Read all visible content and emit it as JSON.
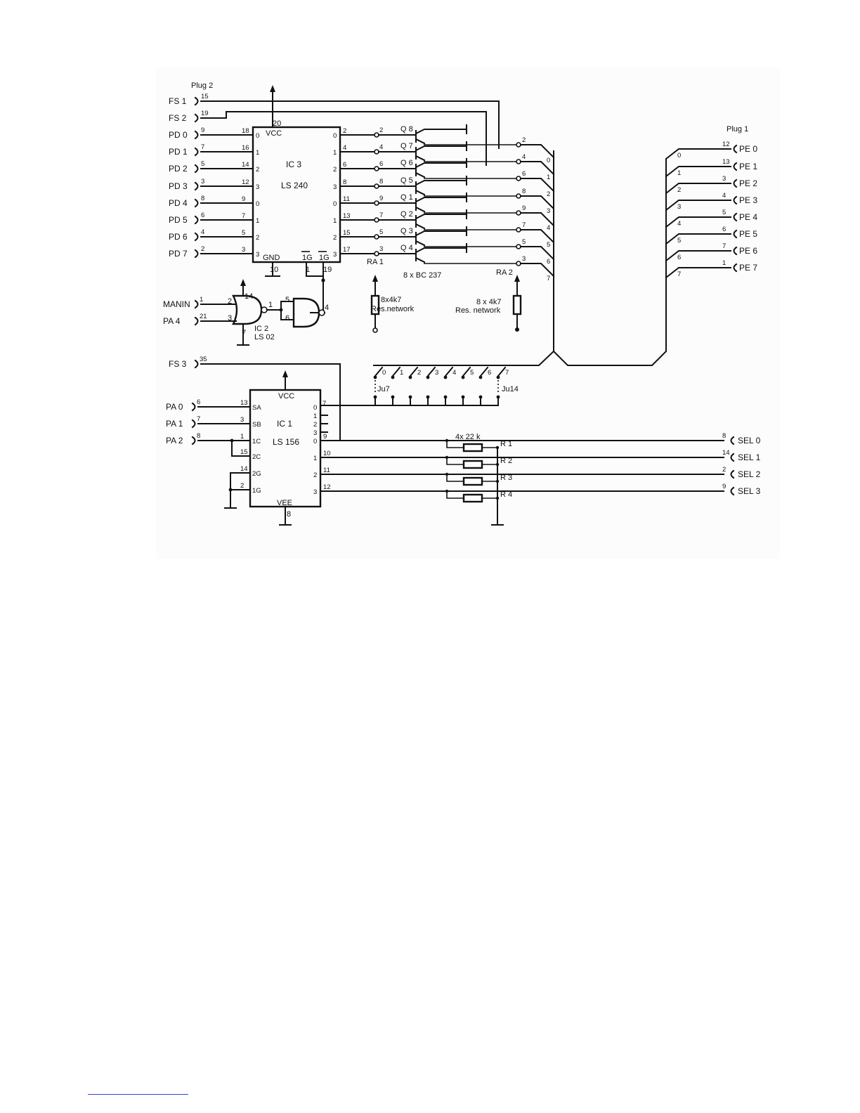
{
  "plug2": {
    "title": "Plug 2",
    "pins": [
      {
        "label": "FS 1",
        "pin": "15"
      },
      {
        "label": "FS 2",
        "pin": "19"
      },
      {
        "label": "PD 0",
        "pin": "9"
      },
      {
        "label": "PD 1",
        "pin": "7"
      },
      {
        "label": "PD 2",
        "pin": "5"
      },
      {
        "label": "PD 3",
        "pin": "3"
      },
      {
        "label": "PD 4",
        "pin": "8"
      },
      {
        "label": "PD 5",
        "pin": "6"
      },
      {
        "label": "PD 6",
        "pin": "4"
      },
      {
        "label": "PD 7",
        "pin": "2"
      }
    ],
    "extra": [
      {
        "label": "MANIN",
        "pin": "1"
      },
      {
        "label": "PA 4",
        "pin": "21"
      },
      {
        "label": "FS 3",
        "pin": "35"
      },
      {
        "label": "PA 0",
        "pin": "6"
      },
      {
        "label": "PA 1",
        "pin": "7"
      },
      {
        "label": "PA 2",
        "pin": "8"
      }
    ]
  },
  "ic3": {
    "name": "IC 3",
    "type": "LS 240",
    "vcc": "VCC",
    "gnd": "GND",
    "vcc_pin": "20",
    "gnd_pin": "10",
    "g1_label": "1G",
    "g2_label": "1G",
    "g1_pin": "1",
    "g2_pin": "19",
    "in_pins": [
      "18",
      "16",
      "14",
      "12",
      "9",
      "7",
      "5",
      "3"
    ],
    "in_labels": [
      "0",
      "1",
      "2",
      "3",
      "0",
      "1",
      "2",
      "3"
    ],
    "out_pins": [
      "2",
      "4",
      "6",
      "8",
      "11",
      "13",
      "15",
      "17"
    ],
    "out_labels": [
      "0",
      "1",
      "2",
      "3",
      "0",
      "1",
      "2",
      "3"
    ]
  },
  "transistors": {
    "names": [
      "Q 8",
      "Q 7",
      "Q 6",
      "Q 5",
      "Q 1",
      "Q 2",
      "Q 3",
      "Q 4"
    ],
    "ra1_nodes": [
      "2",
      "4",
      "6",
      "8",
      "9",
      "7",
      "5",
      "3"
    ],
    "ra2_nodes": [
      "2",
      "4",
      "6",
      "8",
      "9",
      "7",
      "5",
      "3"
    ],
    "ra1_label": "RA 1",
    "ra2_label": "RA 2",
    "part": "8 x BC 237"
  },
  "resnets": {
    "left": {
      "value": "8x4k7",
      "desc": "Res.network"
    },
    "right": {
      "value": "8 x 4k7",
      "desc": "Res. network"
    }
  },
  "bus_left": [
    "0",
    "1",
    "2",
    "3",
    "4",
    "5",
    "6",
    "7"
  ],
  "bus_right": [
    "0",
    "1",
    "2",
    "3",
    "4",
    "5",
    "6",
    "7"
  ],
  "plug1": {
    "title": "Plug 1",
    "pins": [
      {
        "label": "PE 0",
        "pin": "12"
      },
      {
        "label": "PE 1",
        "pin": "13"
      },
      {
        "label": "PE 2",
        "pin": "3"
      },
      {
        "label": "PE 3",
        "pin": "4"
      },
      {
        "label": "PE 4",
        "pin": "5"
      },
      {
        "label": "PE 5",
        "pin": "6"
      },
      {
        "label": "PE 6",
        "pin": "7"
      },
      {
        "label": "PE 7",
        "pin": "1"
      }
    ],
    "sel": [
      {
        "label": "SEL 0",
        "pin": "8"
      },
      {
        "label": "SEL 1",
        "pin": "14"
      },
      {
        "label": "SEL 2",
        "pin": "2"
      },
      {
        "label": "SEL 3",
        "pin": "9"
      }
    ]
  },
  "ic2": {
    "name": "IC 2",
    "type": "LS 02",
    "pins_a": [
      "2",
      "3",
      "1"
    ],
    "pins_b": [
      "5",
      "6",
      "4"
    ],
    "vcc_pin": "14",
    "gnd_pin": "7"
  },
  "jumpers": {
    "labels": [
      "0",
      "1",
      "2",
      "3",
      "4",
      "5",
      "6",
      "7"
    ],
    "left": "Ju7",
    "right": "Ju14"
  },
  "ic1": {
    "name": "IC 1",
    "type": "LS 156",
    "vcc": "VCC",
    "vee": "VEE",
    "vee_pin": "8",
    "left_pins": [
      {
        "pin": "13",
        "label": "SA"
      },
      {
        "pin": "3",
        "label": "SB"
      },
      {
        "pin": "1",
        "label": "1C"
      },
      {
        "pin": "15",
        "label": "2C"
      },
      {
        "pin": "14",
        "label": "2G"
      },
      {
        "pin": "2",
        "label": "1G"
      }
    ],
    "right_top": [
      {
        "label": "0",
        "pin": "7"
      },
      {
        "label": "1",
        "pin": ""
      },
      {
        "label": "2",
        "pin": ""
      },
      {
        "label": "3",
        "pin": ""
      }
    ],
    "right_bottom": [
      {
        "label": "0",
        "pin": "9"
      },
      {
        "label": "1",
        "pin": "10"
      },
      {
        "label": "2",
        "pin": "11"
      },
      {
        "label": "3",
        "pin": "12"
      }
    ]
  },
  "resistors": {
    "value": "4x 22 k",
    "names": [
      "R 1",
      "R 2",
      "R 3",
      "R 4"
    ]
  }
}
